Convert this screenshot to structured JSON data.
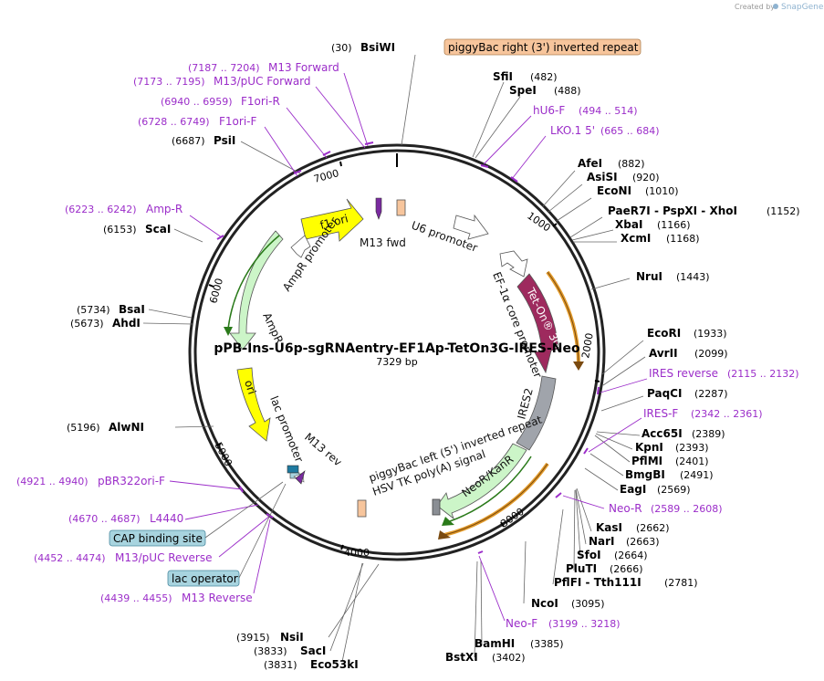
{
  "credit": {
    "created_by": "Created by",
    "brand": "SnapGene"
  },
  "plasmid": {
    "name": "pPB-Ins-U6p-sgRNAentry-EF1Ap-TetOn3G-IRES-Neo",
    "length": "7329 bp"
  },
  "ticks": [
    "1000",
    "2000",
    "3000",
    "4000",
    "5000",
    "6000",
    "7000"
  ],
  "sites": [
    {
      "name": "BsiWI",
      "pos": "(30)"
    },
    {
      "name": "SfiI",
      "pos": "(482)"
    },
    {
      "name": "SpeI",
      "pos": "(488)"
    },
    {
      "name": "AfeI",
      "pos": "(882)"
    },
    {
      "name": "AsiSI",
      "pos": "(920)"
    },
    {
      "name": "EcoNI",
      "pos": "(1010)"
    },
    {
      "name": "PaeR7I - PspXI - XhoI",
      "pos": "(1152)"
    },
    {
      "name": "XbaI",
      "pos": "(1166)"
    },
    {
      "name": "XcmI",
      "pos": "(1168)"
    },
    {
      "name": "NruI",
      "pos": "(1443)"
    },
    {
      "name": "EcoRI",
      "pos": "(1933)"
    },
    {
      "name": "AvrII",
      "pos": "(2099)"
    },
    {
      "name": "PaqCI",
      "pos": "(2287)"
    },
    {
      "name": "Acc65I",
      "pos": "(2389)"
    },
    {
      "name": "KpnI",
      "pos": "(2393)"
    },
    {
      "name": "PflMI",
      "pos": "(2401)"
    },
    {
      "name": "BmgBI",
      "pos": "(2491)"
    },
    {
      "name": "EagI",
      "pos": "(2569)"
    },
    {
      "name": "KasI",
      "pos": "(2662)"
    },
    {
      "name": "NarI",
      "pos": "(2663)"
    },
    {
      "name": "SfoI",
      "pos": "(2664)"
    },
    {
      "name": "PluTI",
      "pos": "(2666)"
    },
    {
      "name": "PflFI - Tth111I",
      "pos": "(2781)"
    },
    {
      "name": "NcoI",
      "pos": "(3095)"
    },
    {
      "name": "BamHI",
      "pos": "(3385)"
    },
    {
      "name": "BstXI",
      "pos": "(3402)"
    },
    {
      "name": "NsiI",
      "pos": "(3915)"
    },
    {
      "name": "SacI",
      "pos": "(3833)"
    },
    {
      "name": "Eco53kI",
      "pos": "(3831)"
    },
    {
      "name": "AlwNI",
      "pos": "(5196)"
    },
    {
      "name": "AhdI",
      "pos": "(5673)"
    },
    {
      "name": "BsaI",
      "pos": "(5734)"
    },
    {
      "name": "ScaI",
      "pos": "(6153)"
    },
    {
      "name": "PsiI",
      "pos": "(6687)"
    }
  ],
  "primers": [
    {
      "name": "M13 Forward",
      "range": "(7187 .. 7204)"
    },
    {
      "name": "M13/pUC Forward",
      "range": "(7173 .. 7195)"
    },
    {
      "name": "F1ori-R",
      "range": "(6940 .. 6959)"
    },
    {
      "name": "F1ori-F",
      "range": "(6728 .. 6749)"
    },
    {
      "name": "Amp-R",
      "range": "(6223 .. 6242)"
    },
    {
      "name": "hU6-F",
      "range": "(494 .. 514)"
    },
    {
      "name": "LKO.1 5'",
      "range": "(665 .. 684)"
    },
    {
      "name": "IRES reverse",
      "range": "(2115 .. 2132)"
    },
    {
      "name": "IRES-F",
      "range": "(2342 .. 2361)"
    },
    {
      "name": "Neo-R",
      "range": "(2589 .. 2608)"
    },
    {
      "name": "Neo-F",
      "range": "(3199 .. 3218)"
    },
    {
      "name": "pBR322ori-F",
      "range": "(4921 .. 4940)"
    },
    {
      "name": "L4440",
      "range": "(4670 .. 4687)"
    },
    {
      "name": "M13/pUC Reverse",
      "range": "(4452 .. 4474)"
    },
    {
      "name": "M13 Reverse",
      "range": "(4439 .. 4455)"
    }
  ],
  "boxed_features": {
    "piggybac_right": "piggyBac right (3') inverted repeat",
    "cap_binding": "CAP binding site",
    "lac_operator": "lac operator"
  },
  "features": {
    "f1_ori": "f1 ori",
    "m13_fwd": "M13 fwd",
    "u6_promoter": "U6 promoter",
    "ef1a_core": "EF-1α core promoter",
    "tet_on": "Tet-On® 3G",
    "ampr_promoter": "AmpR promoter",
    "ampr": "AmpR",
    "ires2": "IRES2",
    "ori": "ori",
    "lac_promoter": "lac promoter",
    "m13_rev": "M13 rev",
    "piggybac_left": "piggyBac left (5') inverted repeat",
    "hsv_tk": "HSV TK poly(A) signal",
    "neor": "NeoR/KanR"
  },
  "colors": {
    "backbone": "#222222",
    "primer": "#9b2dc9",
    "tet_on": "#9e2a5e",
    "ampr": "#ccf5c8",
    "origin": "#ffff00",
    "ires": "#a0a4ab",
    "piggybac": "#f7c59c",
    "box_blue": "#a8d4df",
    "orange_arrow": "#e39b2a"
  }
}
